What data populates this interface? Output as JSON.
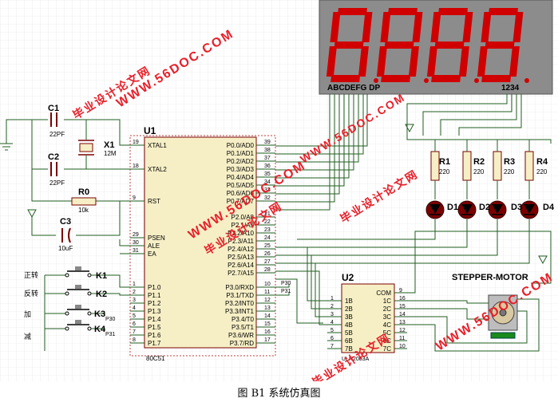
{
  "caption": "图 B1  系统仿真图",
  "components": {
    "c1": {
      "ref": "C1",
      "value": "22PF"
    },
    "c2": {
      "ref": "C2",
      "value": "22PF"
    },
    "c3": {
      "ref": "C3",
      "value": "10uF"
    },
    "x1": {
      "ref": "X1",
      "value": "12M"
    },
    "r0": {
      "ref": "R0",
      "value": "10k"
    },
    "u1": {
      "ref": "U1",
      "part": "80C51"
    },
    "u2": {
      "ref": "U2",
      "part": "ULN2003A"
    },
    "motor": {
      "label": "STEPPER-MOTOR"
    },
    "display": {
      "segments_label": "ABCDEFG  DP",
      "digits_label": "1234"
    },
    "resistors": [
      {
        "ref": "R1",
        "value": "220"
      },
      {
        "ref": "R2",
        "value": "220"
      },
      {
        "ref": "R3",
        "value": "220"
      },
      {
        "ref": "R4",
        "value": "220"
      }
    ],
    "leds": [
      "D1",
      "D2",
      "D3",
      "D4"
    ],
    "keys": [
      {
        "ref": "K1",
        "label": "正转"
      },
      {
        "ref": "K2",
        "label": "反转"
      },
      {
        "ref": "K3",
        "label": "加"
      },
      {
        "ref": "K4",
        "label": "减"
      }
    ],
    "key_nets": [
      "P30",
      "P31"
    ]
  },
  "u1_pins_left": [
    {
      "num": "19",
      "name": "XTAL1"
    },
    {
      "num": "18",
      "name": "XTAL2"
    },
    {
      "num": "9",
      "name": "RST"
    },
    {
      "num": "29",
      "name": "PSEN"
    },
    {
      "num": "30",
      "name": "ALE"
    },
    {
      "num": "31",
      "name": "EA"
    },
    {
      "num": "1",
      "name": "P1.0"
    },
    {
      "num": "2",
      "name": "P1.1"
    },
    {
      "num": "3",
      "name": "P1.2"
    },
    {
      "num": "4",
      "name": "P1.3"
    },
    {
      "num": "5",
      "name": "P1.4"
    },
    {
      "num": "6",
      "name": "P1.5"
    },
    {
      "num": "7",
      "name": "P1.6"
    },
    {
      "num": "8",
      "name": "P1.7"
    }
  ],
  "u1_pins_right": [
    {
      "num": "39",
      "name": "P0.0/AD0"
    },
    {
      "num": "38",
      "name": "P0.1/AD1"
    },
    {
      "num": "37",
      "name": "P0.2/AD2"
    },
    {
      "num": "36",
      "name": "P0.3/AD3"
    },
    {
      "num": "35",
      "name": "P0.4/AD4"
    },
    {
      "num": "34",
      "name": "P0.5/AD5"
    },
    {
      "num": "33",
      "name": "P0.6/AD6"
    },
    {
      "num": "32",
      "name": "P0.7/AD7"
    },
    {
      "num": "21",
      "name": "P2.0/A8"
    },
    {
      "num": "22",
      "name": "P2.1/A9"
    },
    {
      "num": "23",
      "name": "P2.2/A10"
    },
    {
      "num": "24",
      "name": "P2.3/A11"
    },
    {
      "num": "25",
      "name": "P2.4/A12"
    },
    {
      "num": "26",
      "name": "P2.5/A13"
    },
    {
      "num": "27",
      "name": "P2.6/A14"
    },
    {
      "num": "28",
      "name": "P2.7/A15"
    },
    {
      "num": "10",
      "name": "P3.0/RXD"
    },
    {
      "num": "11",
      "name": "P3.1/TXD"
    },
    {
      "num": "12",
      "name": "P3.2/INT0"
    },
    {
      "num": "13",
      "name": "P3.3/INT1"
    },
    {
      "num": "14",
      "name": "P3.4/T0"
    },
    {
      "num": "15",
      "name": "P3.5/T1"
    },
    {
      "num": "16",
      "name": "P3.6/WR"
    },
    {
      "num": "17",
      "name": "P3.7/RD"
    }
  ],
  "u2_pins_left": [
    {
      "num": "1",
      "name": "1B"
    },
    {
      "num": "2",
      "name": "2B"
    },
    {
      "num": "3",
      "name": "3B"
    },
    {
      "num": "4",
      "name": "4B"
    },
    {
      "num": "5",
      "name": "5B"
    },
    {
      "num": "6",
      "name": "6B"
    },
    {
      "num": "7",
      "name": "7B"
    }
  ],
  "u2_pins_right": [
    {
      "num": "9",
      "name": "COM"
    },
    {
      "num": "16",
      "name": "1C"
    },
    {
      "num": "15",
      "name": "2C"
    },
    {
      "num": "14",
      "name": "3C"
    },
    {
      "num": "13",
      "name": "4C"
    },
    {
      "num": "12",
      "name": "5C"
    },
    {
      "num": "11",
      "name": "6C"
    },
    {
      "num": "10",
      "name": "7C"
    }
  ],
  "watermarks": [
    {
      "text": "WWW.56DOC.COM"
    },
    {
      "text": "毕业设计论文网"
    },
    {
      "text": "WWW.56DOC.COM"
    },
    {
      "text": "毕业设计论文网"
    },
    {
      "text": "WWW.56DOC.COM"
    },
    {
      "text": "毕业设计论文网"
    },
    {
      "text": "WWW.56DOC.COM"
    },
    {
      "text": "毕业设计论文网"
    }
  ],
  "colors": {
    "wire": "#1f5e1f",
    "component": "#7a0000",
    "text": "#000066",
    "chip_fill": "#f6efc6",
    "pin_num": "#000000",
    "watermark": "#e8202a",
    "display_bg": "#8c8c8c",
    "segment_on": "#d00000"
  }
}
